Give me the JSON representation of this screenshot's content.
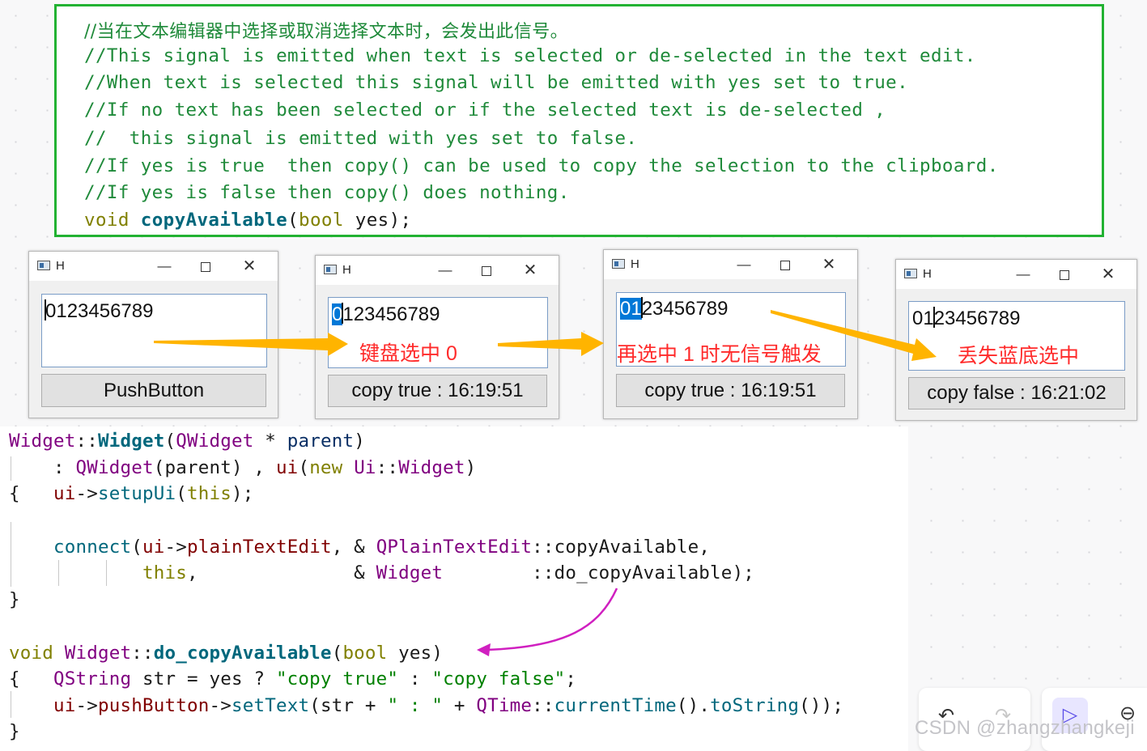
{
  "doc_comment": {
    "lines": [
      "//当在文本编辑器中选择或取消选择文本时，会发出此信号。",
      "//This signal is emitted when text is selected or de-selected in the text edit.",
      "//When text is selected this signal will be emitted with yes set to true.",
      "//If no text has been selected or if the selected text is de-selected ,",
      "//  this signal is emitted with yes set to false.",
      "//If yes is true  then copy() can be used to copy the selection to the clipboard.",
      "//If yes is false then copy() does nothing."
    ],
    "decl_void": "void",
    "decl_name": "copyAvailable",
    "decl_paren_open": "(",
    "decl_bool": "bool",
    "decl_rest": " yes);"
  },
  "windows": [
    {
      "title": "H",
      "min": "—",
      "close": "✕",
      "text_before": "",
      "text_selected": "",
      "text_after": "0123456789",
      "button": "PushButton"
    },
    {
      "title": "H",
      "min": "—",
      "close": "✕",
      "text_before": "",
      "text_selected": "0",
      "text_after": "123456789",
      "button": "copy true : 16:19:51"
    },
    {
      "title": "H",
      "min": "—",
      "close": "✕",
      "text_before": "",
      "text_selected": "01",
      "text_after": "23456789",
      "button": "copy true : 16:19:51"
    },
    {
      "title": "H",
      "min": "—",
      "close": "✕",
      "text_before": "01",
      "text_selected": "",
      "text_after": "23456789",
      "button": "copy false : 16:21:02"
    }
  ],
  "annotations": {
    "a1": "键盘选中 0",
    "a2": "再选中 1 时无信号触发",
    "a3": "丢失蓝底选中"
  },
  "code": {
    "l1": [
      "Widget",
      "::",
      "Widget",
      "(",
      "QWidget",
      " * ",
      "parent",
      ")"
    ],
    "l2": [
      "    : ",
      "QWidget",
      "(parent) , ",
      "ui",
      "(",
      "new",
      " ",
      "Ui",
      "::",
      "Widget",
      ")"
    ],
    "l3": [
      "{   ",
      "ui",
      "->",
      "setupUi",
      "(",
      "this",
      ");"
    ],
    "l4": [
      "    ",
      "connect",
      "(",
      "ui",
      "->",
      "plainTextEdit",
      ", & ",
      "QPlainTextEdit",
      "::",
      "copyAvailable",
      ","
    ],
    "l5": [
      "            ",
      "this",
      ",              & ",
      "Widget",
      "        ::",
      "do_copyAvailable",
      ");"
    ],
    "l6": "}",
    "l7": [
      "void",
      " ",
      "Widget",
      "::",
      "do_copyAvailable",
      "(",
      "bool",
      " yes)"
    ],
    "l8": [
      "{   ",
      "QString",
      " str = yes ? ",
      "\"copy true\"",
      " : ",
      "\"copy false\"",
      ";"
    ],
    "l9": [
      "    ",
      "ui",
      "->",
      "pushButton",
      "->",
      "setText",
      "(str + ",
      "\" : \"",
      " + ",
      "QTime",
      "::",
      "currentTime",
      "().",
      "toString",
      "());"
    ],
    "l10": "}"
  },
  "toolbar": {
    "undo": "↶",
    "redo": "↷",
    "pointer": "▷",
    "zoom_out": "⊖"
  },
  "watermark": "CSDN @zhangzhangkeji",
  "colors": {
    "frame_green": "#22b232",
    "comment_green": "#1f8a3a",
    "annotation_red": "#ff2a2a",
    "arrow_orange": "#ffb400",
    "arrow_magenta": "#d020c0",
    "selection_blue": "#0078d7"
  }
}
